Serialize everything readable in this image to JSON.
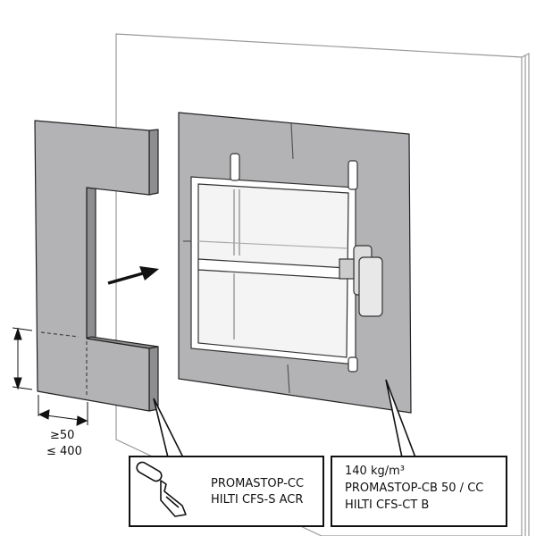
{
  "dimension": {
    "min": "≥50",
    "max": "≤ 400"
  },
  "callout_left": {
    "line1": "PROMASTOP-CC",
    "line2": "HILTI CFS-S ACR",
    "icon": "trowel-icon"
  },
  "callout_right": {
    "line1": "140 kg/m³",
    "line2": "PROMASTOP-CB 50 / CC",
    "line3": "HILTI CFS-CT B"
  },
  "colors": {
    "board": "#b3b3b5",
    "board_side": "#8e8e90",
    "line": "#111111",
    "wall_line": "#9a9a9a"
  }
}
